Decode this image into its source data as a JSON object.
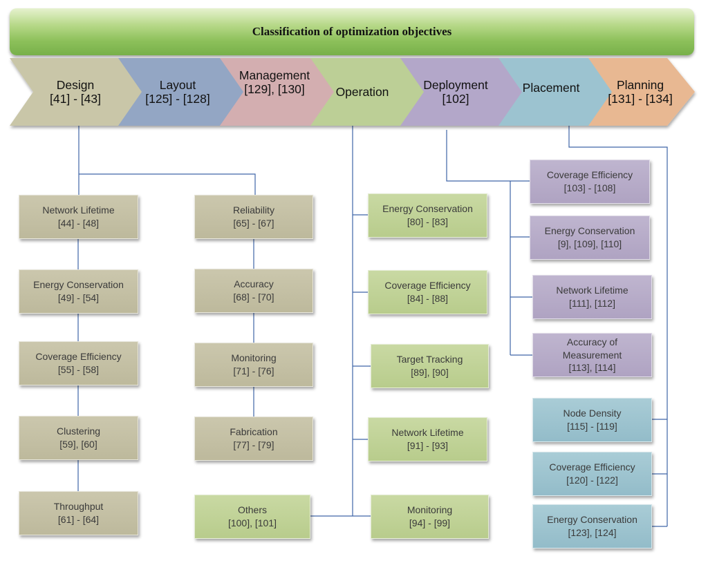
{
  "title": "Classification of optimization objectives",
  "stages": [
    {
      "name": "Design",
      "refs": "[41] - [43]",
      "color": "#c9c6a8"
    },
    {
      "name": "Layout",
      "refs": "[125] - [128]",
      "color": "#93a6c4"
    },
    {
      "name": "Management",
      "refs": "[129], [130]",
      "color": "#d3aeb0"
    },
    {
      "name": "Operation",
      "refs": "",
      "color": "#bccf96"
    },
    {
      "name": "Deployment",
      "refs": "[102]",
      "color": "#b3a7c9"
    },
    {
      "name": "Placement",
      "refs": "",
      "color": "#9cc3d0"
    },
    {
      "name": "Planning",
      "refs": "[131] - [134]",
      "color": "#e8b892"
    }
  ],
  "design_left": [
    {
      "label": "Network Lifetime",
      "refs": "[44] - [48]"
    },
    {
      "label": "Energy Conservation",
      "refs": "[49] - [54]"
    },
    {
      "label": "Coverage Efficiency",
      "refs": "[55] - [58]"
    },
    {
      "label": "Clustering",
      "refs": "[59], [60]"
    },
    {
      "label": "Throughput",
      "refs": "[61] - [64]"
    }
  ],
  "design_right": [
    {
      "label": "Reliability",
      "refs": "[65] - [67]"
    },
    {
      "label": "Accuracy",
      "refs": "[68] - [70]"
    },
    {
      "label": "Monitoring",
      "refs": "[71] - [76]"
    },
    {
      "label": "Fabrication",
      "refs": "[77] - [79]"
    }
  ],
  "operation": [
    {
      "label": "Energy Conservation",
      "refs": "[80] - [83]"
    },
    {
      "label": "Coverage Efficiency",
      "refs": "[84] - [88]"
    },
    {
      "label": "Target Tracking",
      "refs": "[89], [90]"
    },
    {
      "label": "Network Lifetime",
      "refs": "[91] - [93]"
    },
    {
      "label": "Monitoring",
      "refs": "[94] - [99]"
    }
  ],
  "others": {
    "label": "Others",
    "refs": "[100], [101]"
  },
  "deployment": [
    {
      "label": "Coverage Efficiency",
      "refs": "[103] - [108]"
    },
    {
      "label": "Energy Conservation",
      "refs": "[9], [109], [110]"
    },
    {
      "label": "Network Lifetime",
      "refs": "[111], [112]"
    },
    {
      "label": "Accuracy of Measurement",
      "refs": "[113], [114]"
    }
  ],
  "planning": [
    {
      "label": "Node Density",
      "refs": "[115] - [119]"
    },
    {
      "label": "Coverage Efficiency",
      "refs": "[120] - [122]"
    },
    {
      "label": "Energy Conservation",
      "refs": "[123], [124]"
    }
  ],
  "colors": {
    "banner": "#8cc05a",
    "design_box": "#bdb99c",
    "operation_box": "#b8cc8c",
    "deployment_box": "#afa3c2",
    "planning_box": "#93bcc9",
    "connector": "#3e64a6"
  }
}
